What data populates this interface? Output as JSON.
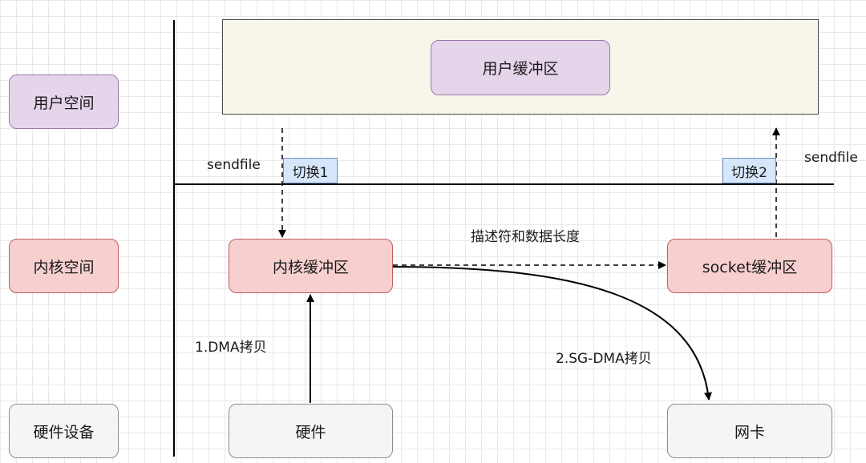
{
  "rows": {
    "user_space": "用户空间",
    "kernel_space": "内核空间",
    "hardware_device": "硬件设备"
  },
  "boxes": {
    "user_buffer": "用户缓冲区",
    "kernel_buffer": "内核缓冲区",
    "socket_buffer": "socket缓冲区",
    "hardware": "硬件",
    "nic": "网卡"
  },
  "switches": {
    "switch1": "切换1",
    "switch2": "切换2"
  },
  "labels": {
    "sendfile_left": "sendfile",
    "sendfile_right": "sendfile",
    "descriptor_length": "描述符和数据长度",
    "dma_copy": "1.DMA拷贝",
    "sg_dma_copy": "2.SG-DMA拷贝"
  },
  "colors": {
    "user_fill": "#e4d5ea",
    "kernel_fill": "#f7cfcf",
    "hardware_fill": "#f5f5f5",
    "switch_fill": "#d6e7fb",
    "userspace_bg": "#f8f6ea"
  }
}
